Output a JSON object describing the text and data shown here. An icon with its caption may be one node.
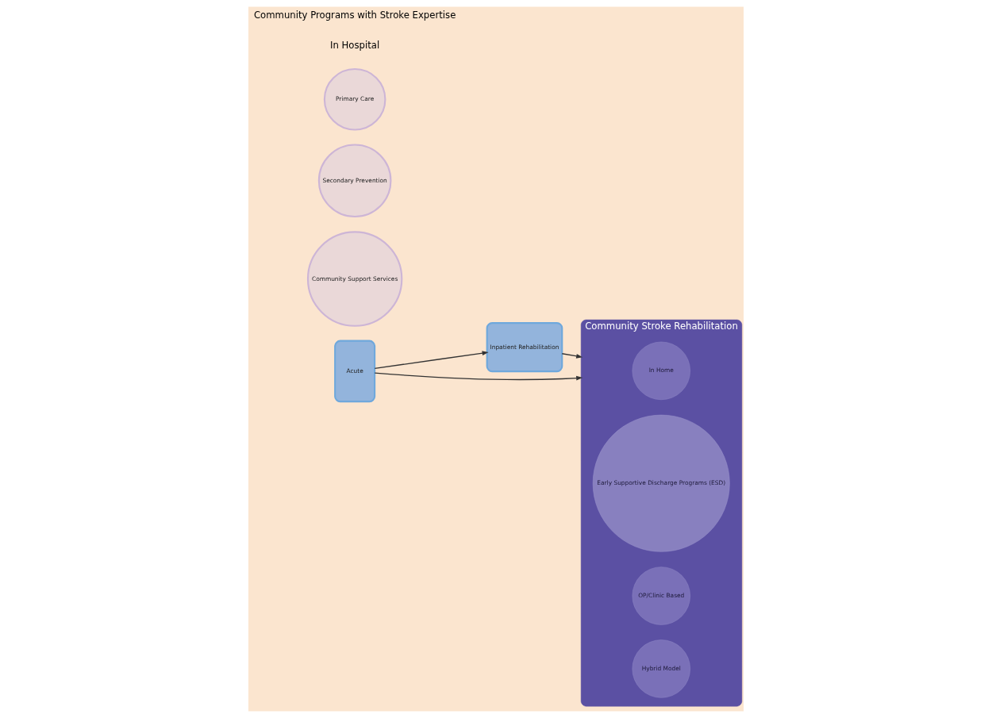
{
  "diagram": {
    "nodes": [
      {
        "text": [
          "Acute"
        ]
      },
      {
        "text": [
          "Inpatient Rehabilitation"
        ]
      },
      {
        "text": [
          "Community Stroke Rehabilitation"
        ]
      },
      {
        "text": [
          "In Home"
        ],
        "in": 2
      },
      {
        "text": [
          "Early Supportive Discharge Programs (ESD)"
        ],
        "in": 2
      },
      {
        "text": [
          "OP/Clinic Based"
        ],
        "in": 2
      },
      {
        "text": [
          "Hybrid Model"
        ],
        "in": 2
      },
      {
        "text": [
          "Community Support Services"
        ]
      },
      {
        "text": [
          "Secondary Prevention"
        ]
      },
      {
        "text": [
          "Primary Care"
        ]
      }
    ],
    "edges": [
      {
        "from": 0,
        "to": 1,
        "arrow": "to"
      },
      {
        "from": 1,
        "to": 2,
        "arrow": "to"
      },
      {
        "from": 0,
        "to": 2,
        "arrow": "to"
      }
    ],
    "labels": [
      "In Hospital",
      "Community Programs with Stroke Expertise"
    ]
  }
}
